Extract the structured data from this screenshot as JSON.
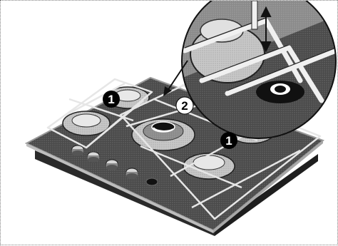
{
  "figure": {
    "callouts": [
      {
        "label": "1",
        "meaning": ""
      },
      {
        "label": "2",
        "meaning": ""
      },
      {
        "label": "1",
        "meaning": ""
      }
    ],
    "colors": {
      "glass": "#3c3c3c",
      "glass_edge": "#9a9a9a",
      "burner": "#cfcfcf",
      "grate": "#e6e6e6",
      "badge": "#000000",
      "frame": "#808080"
    },
    "icons": [
      "cooktop-illustration",
      "magnifier-circle",
      "double-arrow-icon",
      "pointer-arrow-icon"
    ]
  }
}
